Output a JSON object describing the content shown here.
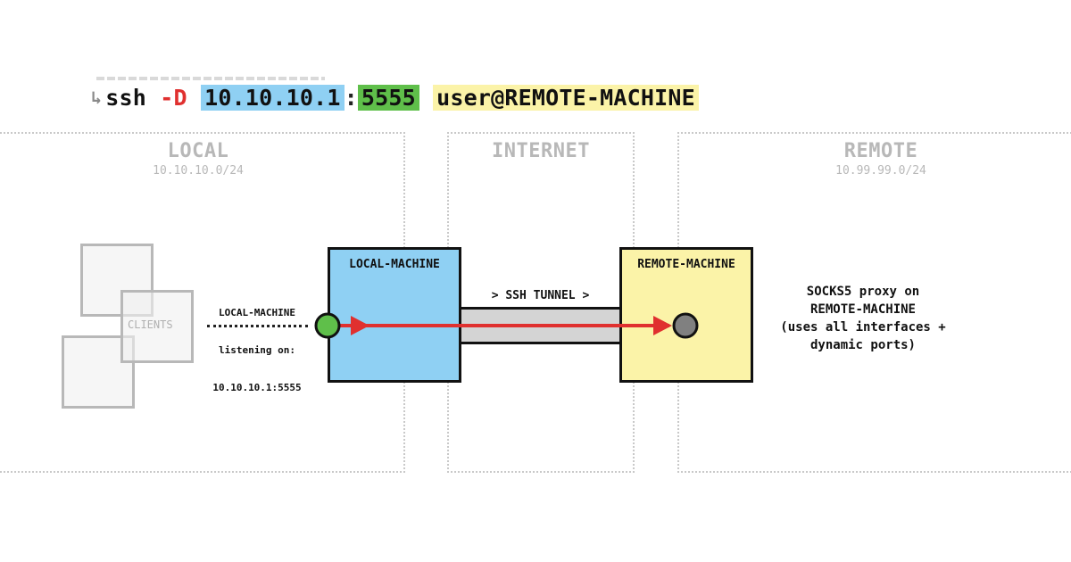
{
  "command": {
    "prompt_icon": "return-arrow-icon",
    "program": "ssh",
    "flag": "-D",
    "bind_ip": "10.10.10.1",
    "separator": ":",
    "port": "5555",
    "target": "user@REMOTE-MACHINE",
    "colors": {
      "flag": "#e0302f",
      "ip_highlight": "#8fd0f3",
      "port_highlight": "#5fbf4a",
      "target_highlight": "#fbf3a8"
    }
  },
  "zones": {
    "local": {
      "title": "LOCAL",
      "subnet": "10.10.10.0/24"
    },
    "internet": {
      "title": "INTERNET"
    },
    "remote": {
      "title": "REMOTE",
      "subnet": "10.99.99.0/24"
    }
  },
  "clients": {
    "label": "CLIENTS"
  },
  "listen": {
    "line1": "LOCAL-MACHINE",
    "line2": "listening on:",
    "line3": "10.10.10.1:5555"
  },
  "local_machine": {
    "label": "LOCAL-MACHINE",
    "color": "#8fd0f3",
    "endpoint_color": "#5fbf4a"
  },
  "remote_machine": {
    "label": "REMOTE-MACHINE",
    "color": "#fbf3a8",
    "endpoint_color": "#808080"
  },
  "tunnel": {
    "label": "> SSH TUNNEL >",
    "color": "#d4d4d4",
    "arrow_color": "#e0302f"
  },
  "proxy": {
    "line1": "SOCKS5 proxy on",
    "line2": "REMOTE-MACHINE",
    "line3": "(uses all interfaces +",
    "line4": "dynamic ports)"
  }
}
